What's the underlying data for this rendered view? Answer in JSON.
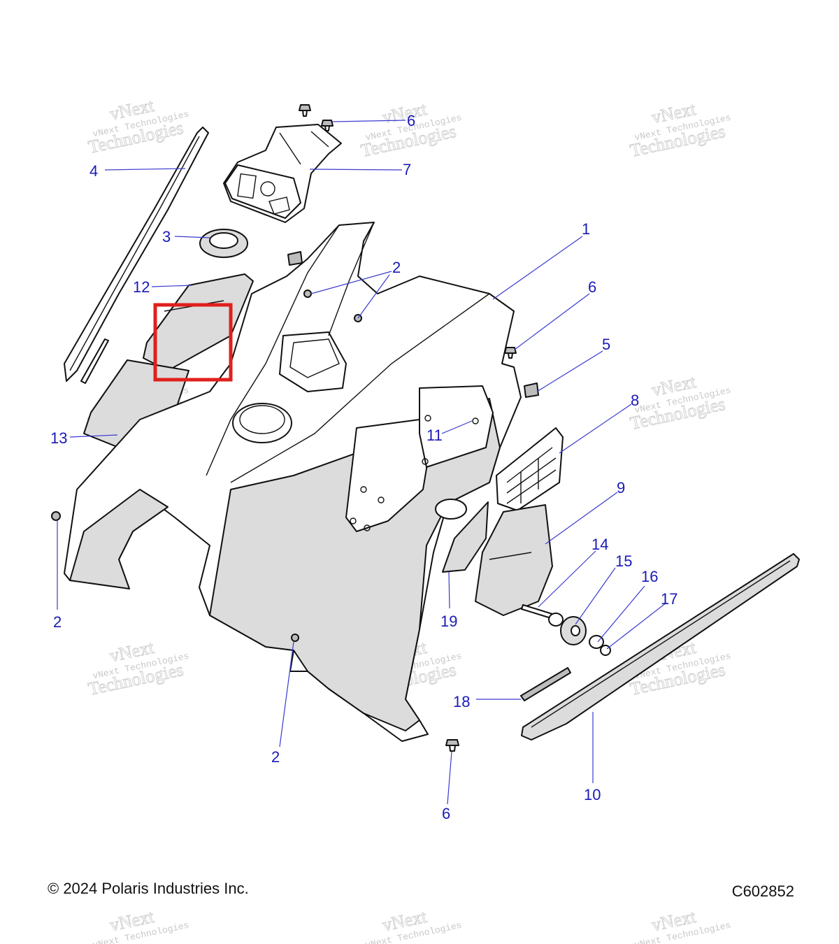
{
  "footer": {
    "copyright": "© 2024 Polaris Industries Inc.",
    "figure_code": "C602852"
  },
  "watermark": {
    "line1": "vNext",
    "line2": "Technologies",
    "small": "vNext Technologies"
  },
  "highlight_color": "#e0201c",
  "callout_color": "#1a1ab8",
  "callouts": [
    "1",
    "2",
    "2",
    "2",
    "3",
    "4",
    "5",
    "6",
    "6",
    "6",
    "7",
    "8",
    "9",
    "10",
    "11",
    "12",
    "13",
    "14",
    "15",
    "16",
    "17",
    "18",
    "19"
  ]
}
